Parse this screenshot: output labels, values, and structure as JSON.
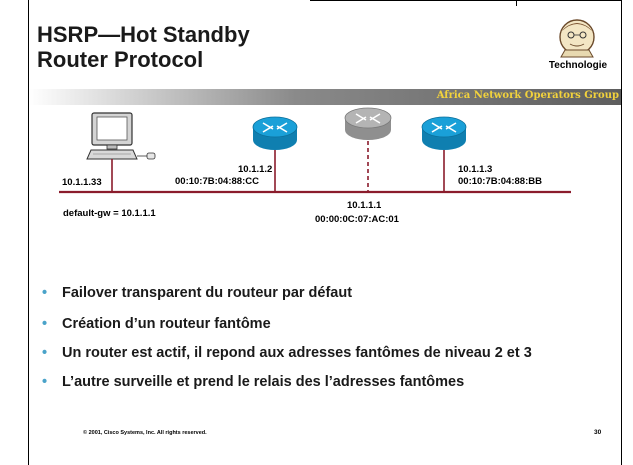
{
  "slide": {
    "title_line1": "HSRP—Hot Standby",
    "title_line2": "Router Protocol",
    "badge_label": "Technologie",
    "band_text": "Africa Network Operators Group"
  },
  "diagram": {
    "host_ip": "10.1.1.33",
    "gateway_note": "default-gw = 10.1.1.1",
    "router_left_ip": "10.1.1.2",
    "router_left_mac": "00:10:7B:04:88:CC",
    "router_right_ip": "10.1.1.3",
    "router_right_mac": "00:10:7B:04:88:BB",
    "virtual_ip": "10.1.1.1",
    "virtual_mac": "00:00:0C:07:AC:01",
    "colors": {
      "lan": "#8b1c2c",
      "real_router": "#1aa0d8",
      "virtual_router": "#b4b4b4"
    }
  },
  "bullets": [
    "Failover transparent du routeur par défaut",
    "Création d’un routeur fantôme",
    "Un router est actif, il repond aux adresses fantômes de niveau 2 et 3",
    "L’autre surveille et prend le relais des l’adresses fantômes"
  ],
  "bullet_glyph": "•",
  "footer": {
    "copyright": "© 2001, Cisco Systems, Inc. All rights reserved.",
    "page_number": "30"
  }
}
